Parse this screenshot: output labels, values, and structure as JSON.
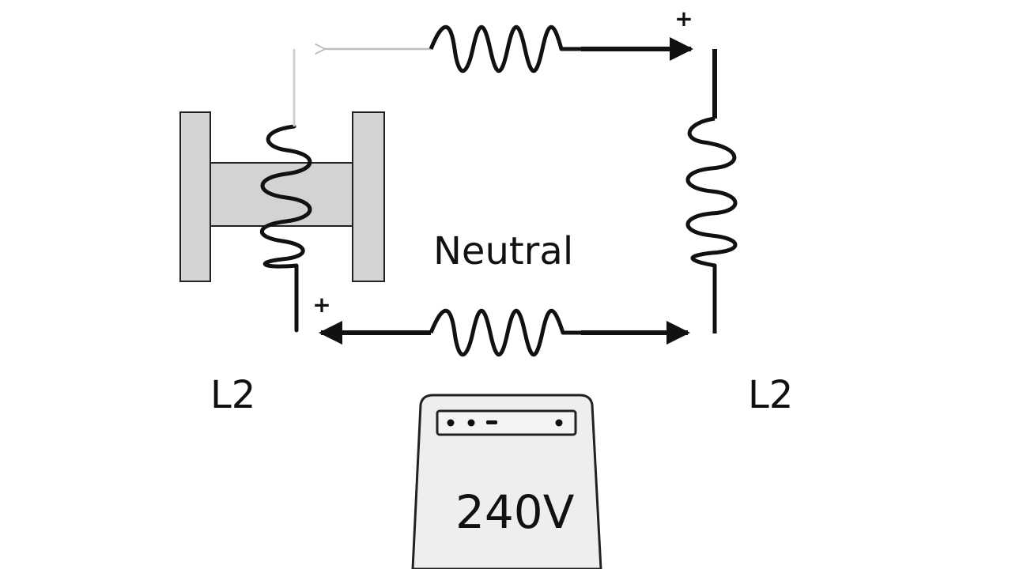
{
  "labels": {
    "neutral": "Neutral",
    "l2_left": "L2",
    "l2_right": "L2",
    "voltage": "240V",
    "plus_top": "+",
    "plus_bottom": "+"
  },
  "colors": {
    "wire": "#111111",
    "core": "#d3d3d3",
    "core_stroke": "#222222",
    "faded_arrow": "#bdbdbd",
    "meter_body": "#eeeeee"
  },
  "icons": {
    "transformer": "transformer-core-icon",
    "coil": "coil-icon",
    "meter": "electric-meter-icon"
  }
}
